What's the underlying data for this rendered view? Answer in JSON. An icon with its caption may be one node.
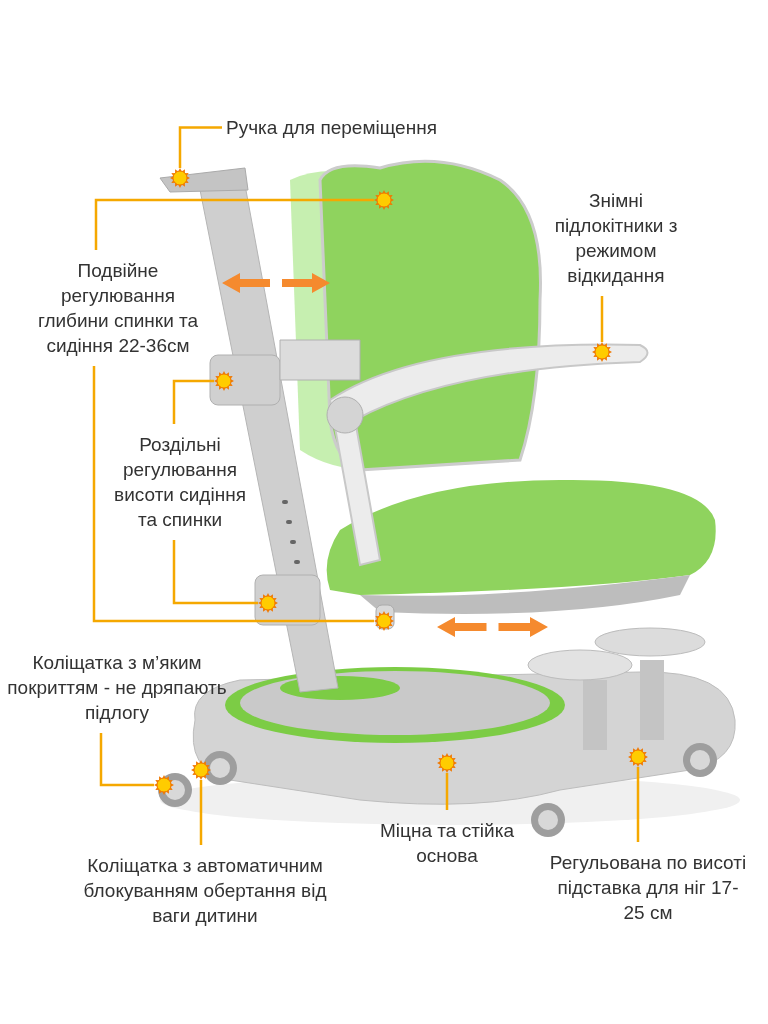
{
  "diagram": {
    "nodes": [
      {
        "text": [
          "Ручка для переміщення"
        ]
      },
      {
        "text": [
          "Подвійне регулювання глибини спинки та сидіння 22-36см"
        ]
      },
      {
        "text": [
          "Знімні підлокітники з режимом відкидання"
        ]
      },
      {
        "text": [
          "Роздільні регулювання висоти сидіння та спинки"
        ]
      },
      {
        "text": [
          "Коліщатка з м’яким покриттям - не дряпають підлогу"
        ]
      },
      {
        "text": [
          "Коліщатка з автоматичним блокуванням обертання від ваги дитини"
        ]
      },
      {
        "text": [
          "Міцна та стійка основа"
        ]
      },
      {
        "text": [
          "Регульована по висоті підставка для ніг 17-25 см"
        ]
      },
      {
        "text": [],
        "shape": "circle"
      },
      {
        "text": [],
        "shape": "circle"
      },
      {
        "text": [],
        "shape": "circle"
      },
      {
        "text": [],
        "shape": "circle"
      },
      {
        "text": [],
        "shape": "circle"
      },
      {
        "text": [],
        "shape": "circle"
      },
      {
        "text": [],
        "shape": "circle"
      },
      {
        "text": [],
        "shape": "circle"
      },
      {
        "text": [],
        "shape": "circle"
      },
      {
        "text": [],
        "shape": "circle"
      }
    ],
    "edges": [
      {
        "from": 0,
        "to": 8,
        "arrow": "none"
      },
      {
        "from": 1,
        "to": 9,
        "arrow": "none"
      },
      {
        "from": 1,
        "to": 13,
        "arrow": "none"
      },
      {
        "from": 2,
        "to": 10,
        "arrow": "none"
      },
      {
        "from": 3,
        "to": 11,
        "arrow": "none"
      },
      {
        "from": 3,
        "to": 12,
        "arrow": "none"
      },
      {
        "from": 4,
        "to": 14,
        "arrow": "none"
      },
      {
        "from": 5,
        "to": 15,
        "arrow": "none"
      },
      {
        "from": 6,
        "to": 16,
        "arrow": "none"
      },
      {
        "from": 7,
        "to": 17,
        "arrow": "none"
      }
    ]
  }
}
